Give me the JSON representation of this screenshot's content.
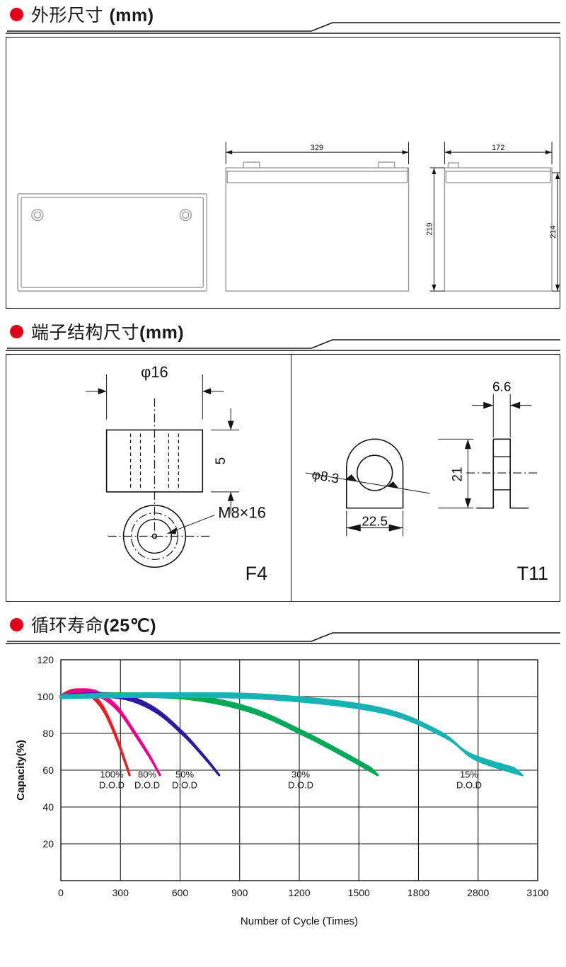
{
  "sections": [
    {
      "id": "dimensions",
      "title_cjk": "外形尺寸 ",
      "title_lat": "(mm)"
    },
    {
      "id": "terminal",
      "title_cjk": "端子结构尺寸",
      "title_lat": "(mm)"
    },
    {
      "id": "cycle_life",
      "title_cjk": "循环寿命",
      "title_lat": "(25℃)"
    }
  ],
  "dimensions": {
    "front_view": {
      "width": "329",
      "height": "219"
    },
    "side_view": {
      "width": "172",
      "height_total": "219",
      "height_body": "214"
    },
    "top_view": {
      "terminals": 2
    }
  },
  "terminals": [
    {
      "name": "F4",
      "diameter": "φ16",
      "height": "5",
      "thread": "M8×16"
    },
    {
      "name": "T11",
      "hole": "φ8.3",
      "width": "22.5",
      "height": "21",
      "thickness": "6.6"
    }
  ],
  "chart_data": {
    "type": "line",
    "title": "",
    "xlabel": "Number of Cycle (Times)",
    "ylabel": "Capacity(%)",
    "xticks": [
      "0",
      "300",
      "600",
      "900",
      "1200",
      "1500",
      "1800",
      "2800",
      "3100"
    ],
    "yticks": [
      "20",
      "40",
      "60",
      "80",
      "100",
      "120"
    ],
    "ylim": [
      0,
      120
    ],
    "grid": true,
    "legend": "none",
    "annotations": [
      {
        "label_pct": "100%",
        "label_dod": "D.O.D"
      },
      {
        "label_pct": "80%",
        "label_dod": "D.O.D"
      },
      {
        "label_pct": "50%",
        "label_dod": "D.O.D"
      },
      {
        "label_pct": "30%",
        "label_dod": "D.O.D"
      },
      {
        "label_pct": "15%",
        "label_dod": "D.O.D"
      }
    ],
    "series": [
      {
        "name": "100% D.O.D",
        "color": "#ED1C24",
        "x": [
          0,
          60,
          140,
          210,
          270,
          310,
          335
        ],
        "y": [
          100,
          103,
          102,
          94,
          80,
          68,
          60
        ]
      },
      {
        "name": "80% D.O.D",
        "color": "#EC008C",
        "x": [
          0,
          80,
          180,
          280,
          370,
          440,
          480
        ],
        "y": [
          100,
          103,
          102,
          94,
          80,
          68,
          60
        ]
      },
      {
        "name": "50% D.O.D",
        "color": "#2E1A9E",
        "x": [
          0,
          150,
          320,
          470,
          610,
          710,
          770
        ],
        "y": [
          100,
          101,
          100,
          93,
          80,
          68,
          60
        ]
      },
      {
        "name": "30% D.O.D",
        "color": "#00A859",
        "x": [
          0,
          300,
          640,
          950,
          1220,
          1430,
          1560
        ],
        "y": [
          100,
          101,
          100,
          93,
          80,
          68,
          60
        ]
      },
      {
        "name": "15% D.O.D",
        "color": "#17B2B2",
        "x": [
          0,
          500,
          1050,
          1600,
          2150,
          2650,
          2980
        ],
        "y": [
          100,
          101,
          100,
          93,
          80,
          68,
          60
        ]
      }
    ]
  },
  "colors": {
    "bullet": "#e2001a",
    "line": "#141414",
    "drawing": "#9a9a9a"
  }
}
